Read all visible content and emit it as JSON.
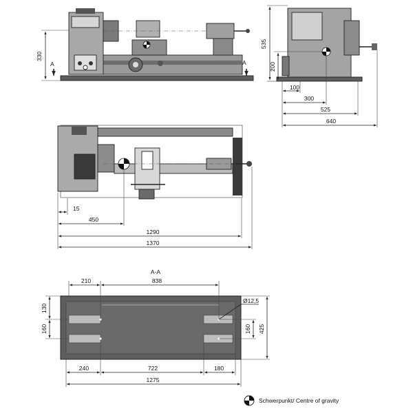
{
  "front_view": {
    "height_total": "330",
    "section_mark_left": "A",
    "section_mark_right": "A"
  },
  "side_view": {
    "height_total": "535",
    "center_height": "200",
    "width_100": "100",
    "width_300": "300",
    "width_525": "525",
    "width_640": "640"
  },
  "top_view": {
    "dim_15": "15",
    "dim_450": "450",
    "dim_1290": "1290",
    "dim_1370": "1370"
  },
  "section_view": {
    "title": "A-A",
    "dim_210": "210",
    "dim_838": "838",
    "dim_130": "130",
    "dim_160_left": "160",
    "dim_160_right": "160",
    "dim_425": "425",
    "hole_diameter": "Ø12,5",
    "dim_240": "240",
    "dim_722": "722",
    "dim_180": "180",
    "dim_1275": "1275"
  },
  "legend": {
    "label": "Schwerpunkt/ Centre of gravity",
    "icon": "centre-of-gravity-icon"
  },
  "colors": {
    "machine_body": "#8c8c8c",
    "machine_dark": "#3a3a3a",
    "tray": "#5e5e5e",
    "slot": "#bdbdbd",
    "line": "#222222"
  }
}
